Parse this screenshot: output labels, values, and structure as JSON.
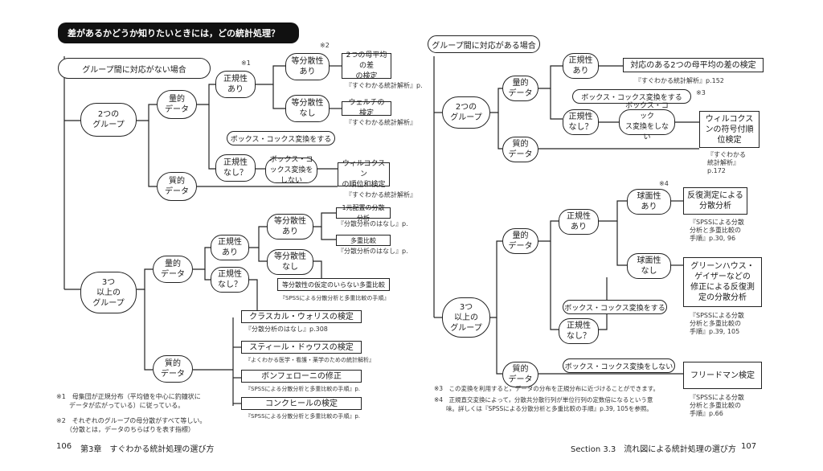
{
  "left_page": {
    "header": "差があるかどうか知りたいときには，どの統計処理？",
    "group_label": "グループ間に対応がない場合",
    "two_groups": "2つの\nグループ",
    "three_groups": "3つ\n以上の\nグループ",
    "quantitative": "量的\nデータ",
    "qualitative": "質的\nデータ",
    "normal_yes": "正規性\nあり",
    "normal_no": "正規性\nなし？",
    "equal_var_yes": "等分散性\nあり",
    "equal_var_no": "等分散性\nなし",
    "boxcox": "ボックス・コックス変換をする",
    "boxcox_no": "ボックス・コックス変換をしない",
    "t_test": "2つの母平均の差\nの検定",
    "welch": "ウェルチの検定",
    "wilcoxon": "ウィルコクスン\nの順位和検定",
    "anova1": "1元配置の分散分析",
    "multiple": "多重比較",
    "no_eqvar_multiple": "等分散性の仮定のいらない多重比較",
    "kruskal": "クラスカル・ウォリスの検定",
    "steel": "スティール・ドゥワスの検定",
    "bonferroni": "ボンフェローニの修正",
    "cochran": "コンクヒールの検定",
    "ref1": "『すぐわかる統計解析』p.",
    "ref2": "『すぐわかる統計解析』",
    "ref3": "『すぐわかる統計解析』",
    "ref4": "『分散分析のはなし』p.",
    "ref5": "『分散分析のはなし』p.",
    "ref6": "『SPSSによる分散分析と多重比較の手順』",
    "ref7": "『分散分析のはなし』p.308",
    "ref8": "『よくわかる医学・看護・薬学のための統計解析』",
    "ref9": "『SPSSによる分散分析と多重比較の手順』p.",
    "ref10": "『SPSSによる分散分析と多重比較の手順』p.",
    "mark1": "※1",
    "mark2": "※2",
    "footnote1": "※1　母集団が正規分布（平均値を中心に釣鐘状に\n　　データが広がっている）に従っている。",
    "footnote2": "※2　それぞれのグループの母分散がすべて等しい。\n　　（分散とは，データのちらばりを表す指標）",
    "page_no": "106",
    "chapter": "第3章　すぐわかる統計処理の選び方"
  },
  "right_page": {
    "group_label": "グループ間に対応がある場合",
    "two_groups": "2つの\nグループ",
    "three_groups": "3つ\n以上の\nグループ",
    "quantitative": "量的\nデータ",
    "qualitative": "質的\nデータ",
    "normal_yes": "正規性\nあり",
    "normal_no": "正規性\nなし？",
    "boxcox": "ボックス・コックス変換をする",
    "boxcox_no": "ボックス・コック\nス変換をしない",
    "boxcox_no_long": "ボックス・コックス変換をしない",
    "paired_t": "対応のある2つの母平均の差の検定",
    "wilcoxon_signed": "ウィルコクス\nンの符号付順\n位検定",
    "sphere_yes": "球面性\nあり",
    "sphere_no": "球面性\nなし",
    "repeated_anova": "反復測定による\n分散分析",
    "greenhouse": "グリーンハウス・\nゲイザーなどの\n修正による反復測\n定の分散分析",
    "friedman": "フリードマン検定",
    "ref1": "『すぐわかる統計解析』p.152",
    "ref2": "『すぐわかる\n統計解析』\np.172",
    "ref3": "『SPSSによる分散\n分析と多重比較の\n手順』p.30, 96",
    "ref4": "『SPSSによる分散\n分析と多重比較の\n手順』p.39, 105",
    "ref5": "『SPSSによる分散\n分析と多重比較の\n手順』p.66",
    "mark3": "※3",
    "mark4": "※4",
    "footnote3": "※3　この変換を利用すると，データの分布を正規分布に近づけることができます。",
    "footnote4": "※4　正規直交変換によって，分散共分散行列が単位行列の定数倍になるという意\n　　味。詳しくは『SPSSによる分散分析と多重比較の手順』p.39, 105を参照。",
    "section": "Section 3.3　流れ図による統計処理の選び方",
    "page_no": "107"
  },
  "colors": {
    "ink": "#1a1a1a",
    "header_bg": "#111111",
    "paper": "#ffffff"
  }
}
